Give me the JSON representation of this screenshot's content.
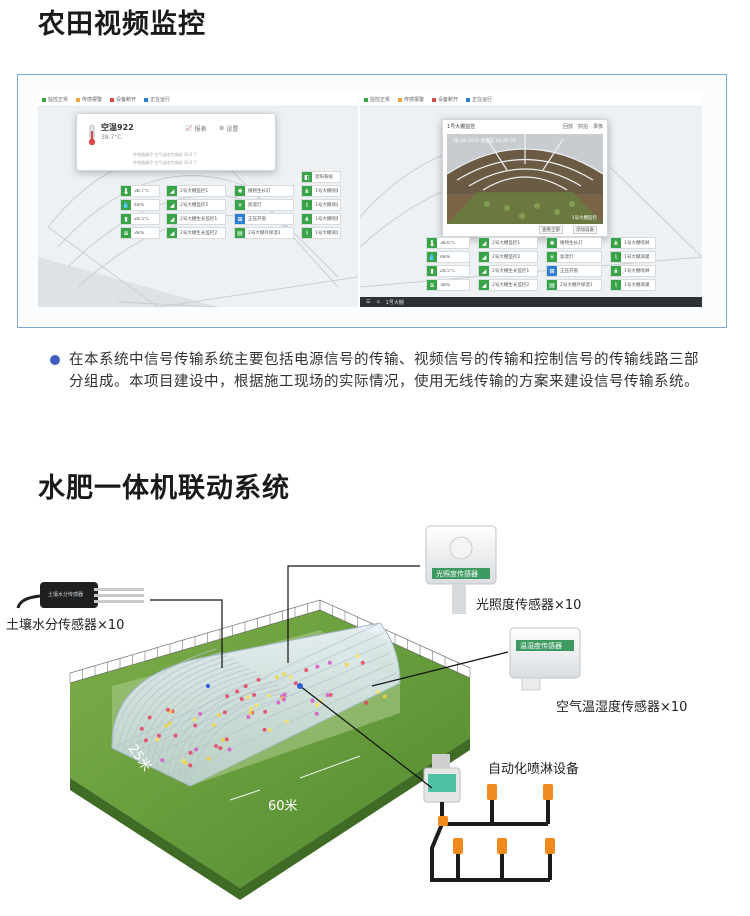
{
  "section1": {
    "title": "农田视频监控"
  },
  "menu": [
    {
      "label": "监控正常",
      "color": "#39a348"
    },
    {
      "label": "传感报警",
      "color": "#f1a33b"
    },
    {
      "label": "设备断开",
      "color": "#d84a4a"
    },
    {
      "label": "正在运行",
      "color": "#2e7fd0"
    }
  ],
  "left_popup": {
    "name": "空温922",
    "temp": "38.7°C",
    "btn_report": "报表",
    "btn_settings": "设置",
    "line1": "传感器编号 空气温度传感器 38.6°C",
    "line2": "传感器编号 空气温度传感器 38.6°C"
  },
  "left_tiles": [
    {
      "text": "38.7°C",
      "icon": "thermometer-icon",
      "kind": "g"
    },
    {
      "text": "48%",
      "icon": "humidity-icon",
      "kind": "g"
    },
    {
      "text": "28.5°C",
      "icon": "soil-temp-icon",
      "kind": "g"
    },
    {
      "text": "38%",
      "icon": "soil-moisture-icon",
      "kind": "g"
    },
    {
      "text": "2号大棚监控1",
      "icon": "camera-icon",
      "kind": "g"
    },
    {
      "text": "2号大棚监控2",
      "icon": "camera-icon",
      "kind": "g"
    },
    {
      "text": "2号大棚生长监控1",
      "icon": "camera-icon",
      "kind": "g"
    },
    {
      "text": "2号大棚生长监控2",
      "icon": "camera-icon",
      "kind": "g"
    },
    {
      "text": "植物生长灯",
      "icon": "grow-light-icon",
      "kind": "g"
    },
    {
      "text": "加湿灯",
      "icon": "lamp-icon",
      "kind": "g"
    },
    {
      "text": "正压开窗",
      "icon": "window-icon",
      "kind": "b"
    },
    {
      "text": "2号大棚外保温1",
      "icon": "shade-icon",
      "kind": "g"
    },
    {
      "text": "遮阳系统",
      "icon": "sunshade-icon",
      "kind": "g"
    },
    {
      "text": "1号大棚喷淋",
      "icon": "sprinkler-icon",
      "kind": "g"
    },
    {
      "text": "1号大棚滴灌",
      "icon": "drip-icon",
      "kind": "g"
    },
    {
      "text": "1号大棚喷淋",
      "icon": "sprinkler-icon",
      "kind": "g"
    },
    {
      "text": "1号大棚滴灌",
      "icon": "drip-icon",
      "kind": "g"
    }
  ],
  "video_popup": {
    "title": "1号大棚监控",
    "tools": [
      "回放",
      "抓拍",
      "录像"
    ],
    "stamp": "08-26-2016 星期五 14:25:32",
    "caption": "1号大棚监控",
    "btn_left": "查看全部",
    "btn_right": "添加设备"
  },
  "right_tiles": [
    {
      "text": "38.6°C",
      "icon": "thermometer-icon",
      "kind": "g"
    },
    {
      "text": "48%",
      "icon": "humidity-icon",
      "kind": "g"
    },
    {
      "text": "28.5°C",
      "icon": "soil-temp-icon",
      "kind": "g"
    },
    {
      "text": "38%",
      "icon": "soil-moisture-icon",
      "kind": "g"
    },
    {
      "text": "2号大棚监控1",
      "icon": "camera-icon",
      "kind": "g"
    },
    {
      "text": "2号大棚监控2",
      "icon": "camera-icon",
      "kind": "g"
    },
    {
      "text": "2号大棚生长监控1",
      "icon": "camera-icon",
      "kind": "g"
    },
    {
      "text": "2号大棚生长监控2",
      "icon": "camera-icon",
      "kind": "g"
    },
    {
      "text": "植物生长灯",
      "icon": "grow-light-icon",
      "kind": "g"
    },
    {
      "text": "加湿灯",
      "icon": "lamp-icon",
      "kind": "g"
    },
    {
      "text": "正压开窗",
      "icon": "window-icon",
      "kind": "b"
    },
    {
      "text": "2号大棚外保温1",
      "icon": "shade-icon",
      "kind": "g"
    },
    {
      "text": "1号大棚喷淋",
      "icon": "sprinkler-icon",
      "kind": "g"
    },
    {
      "text": "1号大棚滴灌",
      "icon": "drip-icon",
      "kind": "g"
    },
    {
      "text": "1号大棚喷淋",
      "icon": "sprinkler-icon",
      "kind": "g"
    },
    {
      "text": "1号大棚滴灌",
      "icon": "drip-icon",
      "kind": "g"
    }
  ],
  "statusbar": {
    "menu_icon": "menu-icon",
    "home_icon": "home-icon",
    "label": "1号大棚"
  },
  "description": "在本系统中信号传输系统主要包括电源信号的传输、视频信号的传输和控制信号的传输线路三部分组成。本项目建设中，根据施工现场的实际情况，使用无线传输的方案来建设信号传输系统。",
  "section2": {
    "title": "水肥一体机联动系统"
  },
  "diagram": {
    "soil_sensor": "土壤水分传感器×10",
    "light_sensor": "光照度传感器×10",
    "air_sensor": "空气温湿度传感器×10",
    "sprinkler": "自动化喷淋设备",
    "dim_width": "25米",
    "dim_length": "60米",
    "light_box_label": "光照度传感器",
    "air_box_label": "温湿度传感器",
    "soil_box_label": "土壤水分传感器"
  }
}
